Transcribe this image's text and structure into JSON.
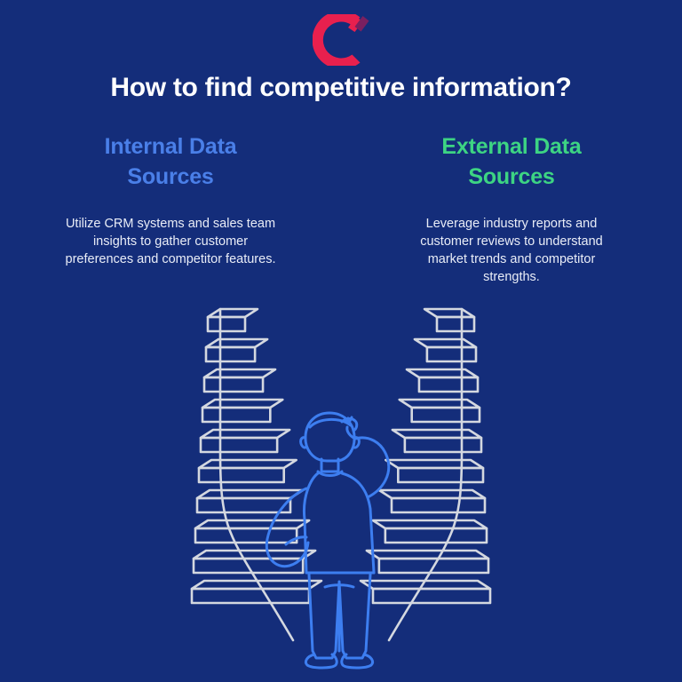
{
  "background_color": "#142d7a",
  "logo": {
    "name": "crayon-c-logo",
    "primary_color": "#e8204e",
    "accent_color": "#7a2060"
  },
  "title": "How to find competitive information?",
  "columns": [
    {
      "id": "internal",
      "heading": "Internal Data Sources",
      "heading_color": "#4a7fe8",
      "body": "Utilize CRM systems and sales team insights to gather customer preferences and competitor features."
    },
    {
      "id": "external",
      "heading": "External Data Sources",
      "heading_color": "#3dd483",
      "body": "Leverage industry reports and customer reviews to understand market trends and competitor strengths."
    }
  ],
  "illustration": {
    "name": "v-shaped-staircase-with-person",
    "stairs_color": "#d4d8e0",
    "person_color": "#3d7ef0",
    "step_count_per_side": 10,
    "description": "Two mirrored descending staircases forming a V, with a person seen from behind standing at the bottom scratching their head"
  }
}
